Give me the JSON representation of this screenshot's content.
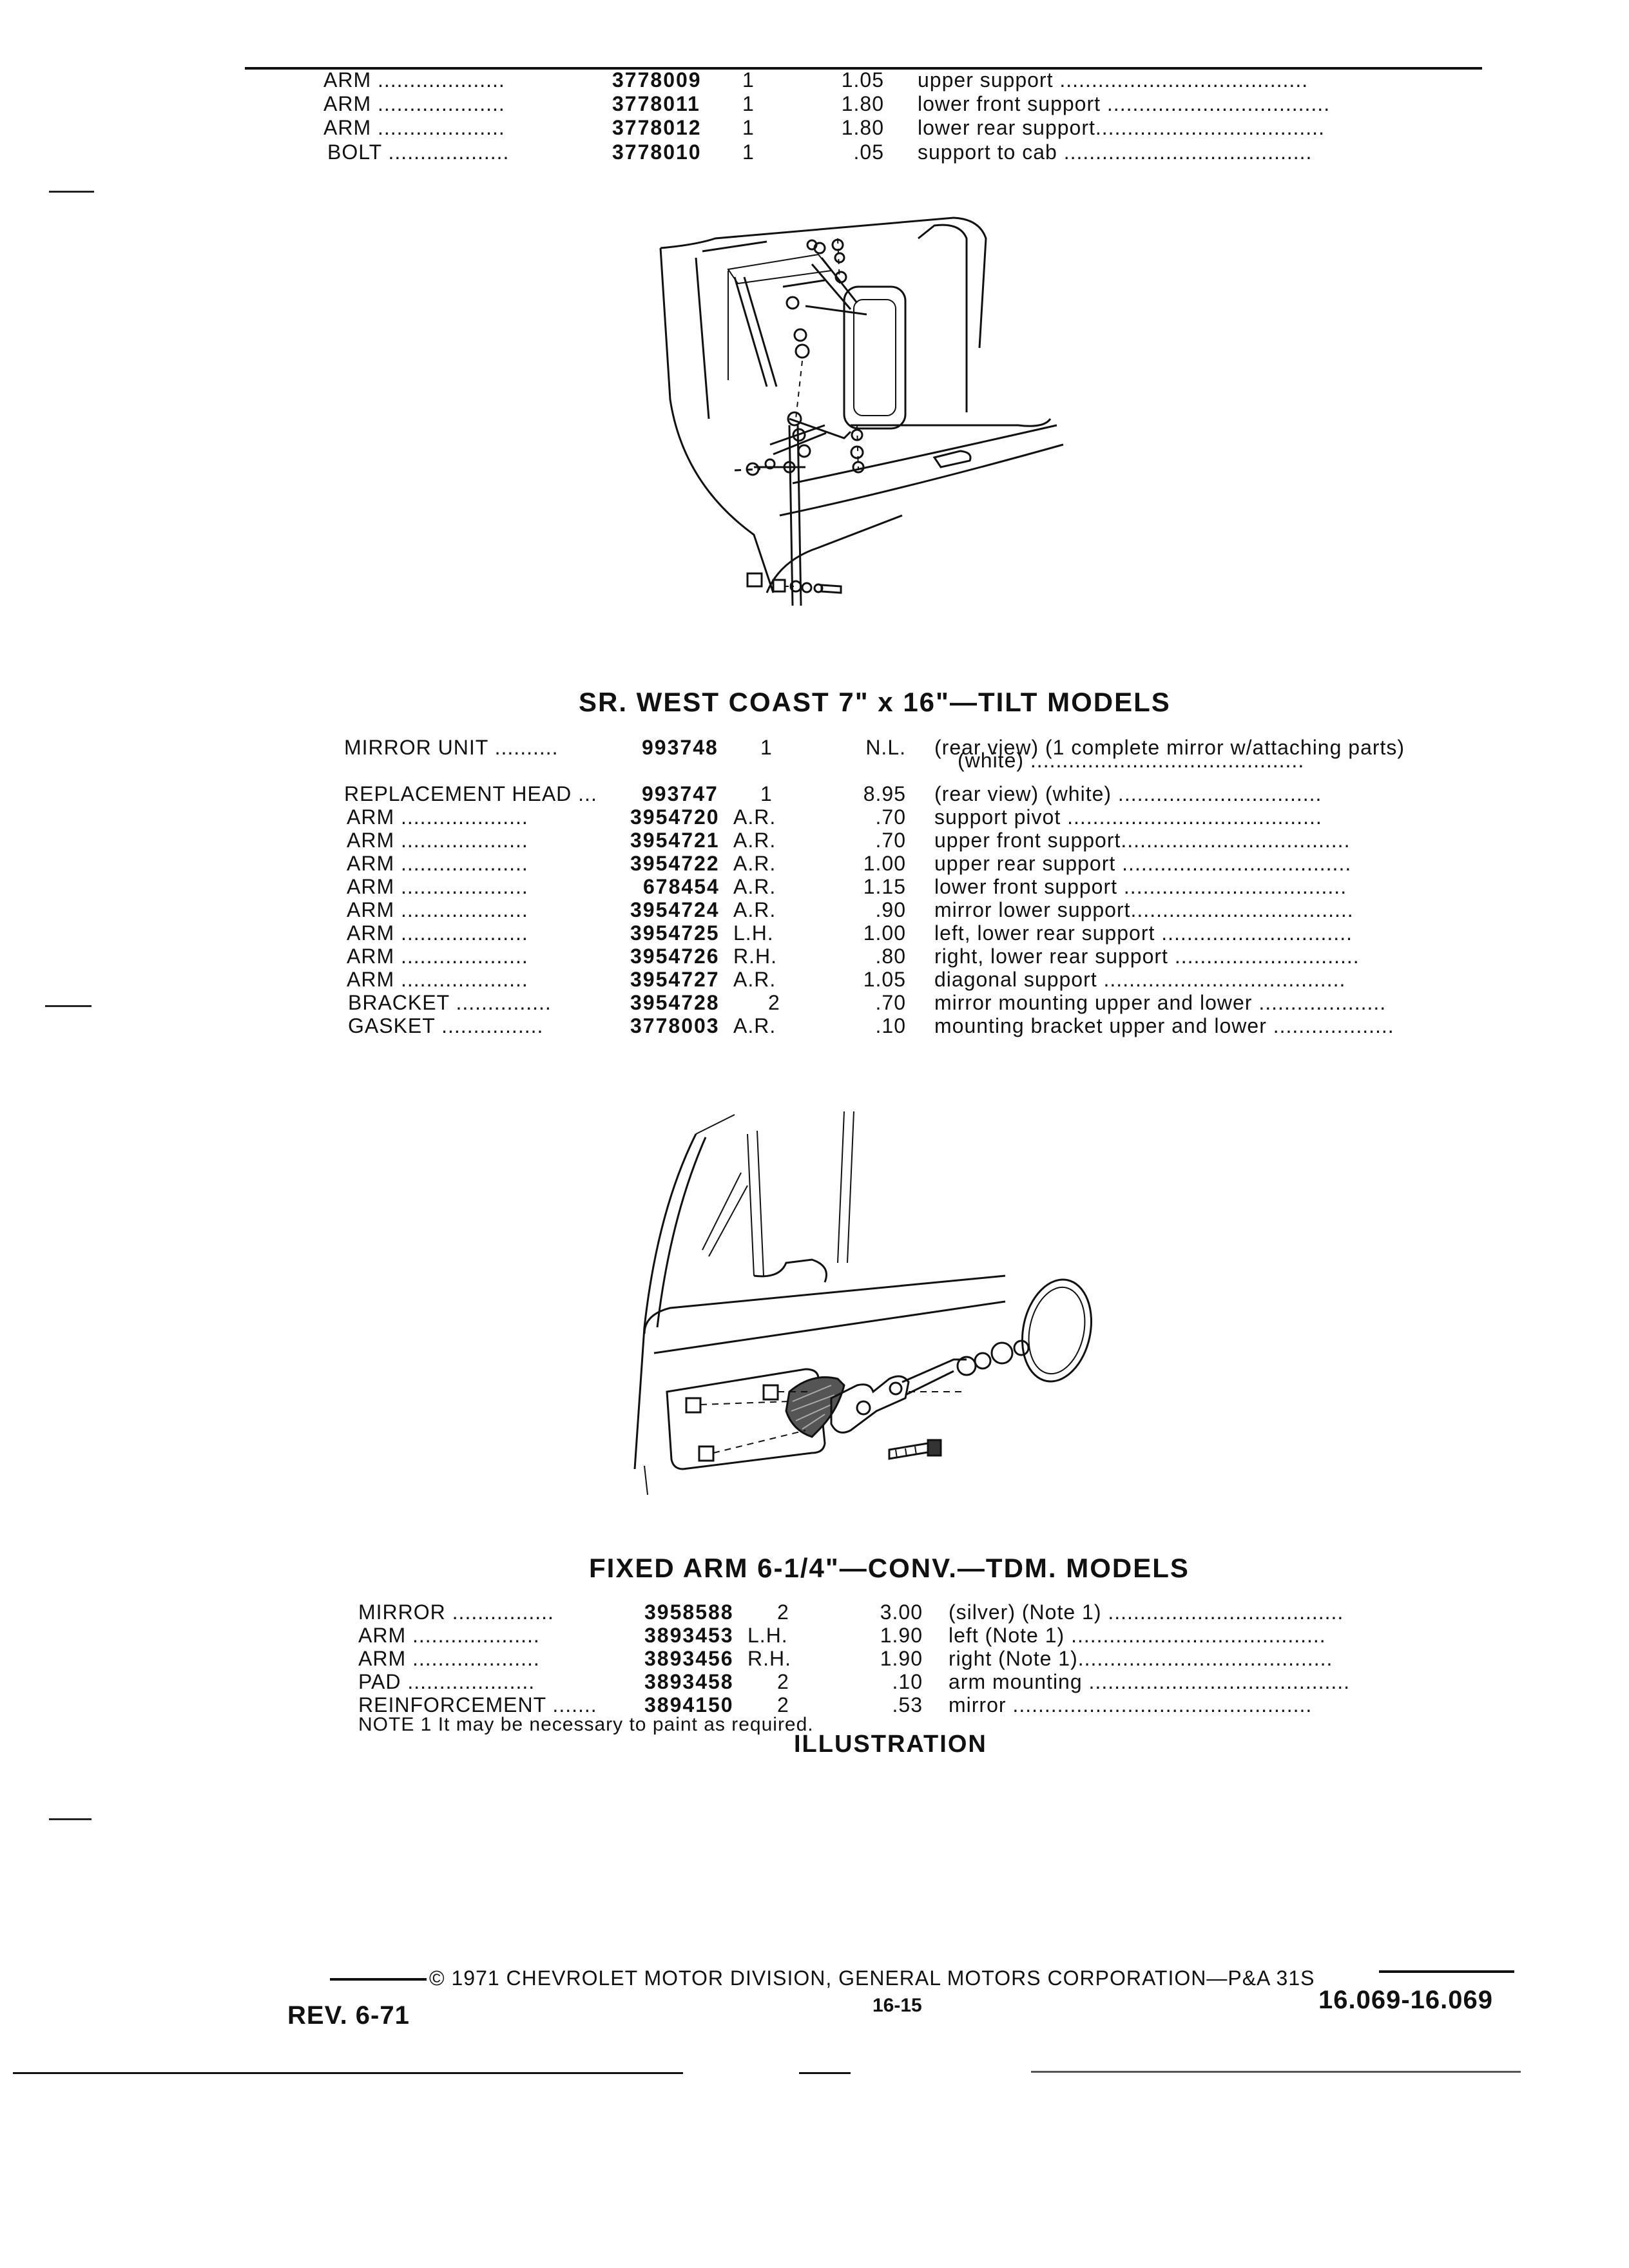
{
  "section1": {
    "rows": [
      {
        "name": "ARM ....................",
        "part": "3778009",
        "qty": "1",
        "price": "1.05",
        "desc": "upper support ......................................."
      },
      {
        "name": "ARM ....................",
        "part": "3778011",
        "qty": "1",
        "price": "1.80",
        "desc": "lower front support ..................................."
      },
      {
        "name": "ARM ....................",
        "part": "3778012",
        "qty": "1",
        "price": "1.80",
        "desc": "lower rear support...................................."
      },
      {
        "name": "BOLT ...................",
        "part": "3778010",
        "qty": "1",
        "price": ".05",
        "desc": "support to cab ......................................."
      }
    ]
  },
  "section2": {
    "title": "SR. WEST COAST 7\" x 16\"—TILT MODELS",
    "rows": [
      {
        "name": "MIRROR UNIT ..........",
        "part": "993748",
        "qty": "1",
        "price": "N.L.",
        "desc": "(rear view) (1 complete mirror w/attaching parts)"
      },
      {
        "name": "",
        "part": "",
        "qty": "",
        "price": "",
        "desc": "(white) ..........................................."
      },
      {
        "name": "REPLACEMENT HEAD ...",
        "part": "993747",
        "qty": "1",
        "price": "8.95",
        "desc": "(rear view) (white) ................................"
      },
      {
        "name": "ARM ....................",
        "part": "3954720",
        "qty": "A.R.",
        "price": ".70",
        "desc": "support pivot ........................................"
      },
      {
        "name": "ARM ....................",
        "part": "3954721",
        "qty": "A.R.",
        "price": ".70",
        "desc": "upper front support...................................."
      },
      {
        "name": "ARM ....................",
        "part": "3954722",
        "qty": "A.R.",
        "price": "1.00",
        "desc": "upper rear support ...................................."
      },
      {
        "name": "ARM ....................",
        "part": "678454",
        "qty": "A.R.",
        "price": "1.15",
        "desc": "lower front support ..................................."
      },
      {
        "name": "ARM ....................",
        "part": "3954724",
        "qty": "A.R.",
        "price": ".90",
        "desc": "mirror lower support..................................."
      },
      {
        "name": "ARM ....................",
        "part": "3954725",
        "qty": "L.H.",
        "price": "1.00",
        "desc": "left, lower rear support .............................."
      },
      {
        "name": "ARM ....................",
        "part": "3954726",
        "qty": "R.H.",
        "price": ".80",
        "desc": "right, lower rear support ............................."
      },
      {
        "name": "ARM ....................",
        "part": "3954727",
        "qty": "A.R.",
        "price": "1.05",
        "desc": "diagonal support ......................................"
      },
      {
        "name": "BRACKET ...............",
        "part": "3954728",
        "qty": "2",
        "price": ".70",
        "desc": "mirror mounting upper and lower ...................."
      },
      {
        "name": "GASKET ................",
        "part": "3778003",
        "qty": "A.R.",
        "price": ".10",
        "desc": "mounting bracket upper and lower ..................."
      }
    ]
  },
  "section3": {
    "title": "FIXED ARM 6-1/4\"—CONV.—TDM. MODELS",
    "rows": [
      {
        "name": "MIRROR ................",
        "part": "3958588",
        "qty": "2",
        "price": "3.00",
        "desc": "(silver) (Note 1) ....................................."
      },
      {
        "name": "ARM ....................",
        "part": "3893453",
        "qty": "L.H.",
        "price": "1.90",
        "desc": "left (Note 1) ........................................"
      },
      {
        "name": "ARM ....................",
        "part": "3893456",
        "qty": "R.H.",
        "price": "1.90",
        "desc": "right (Note 1)........................................"
      },
      {
        "name": "PAD ....................",
        "part": "3893458",
        "qty": "2",
        "price": ".10",
        "desc": "arm mounting ........................................."
      },
      {
        "name": "REINFORCEMENT .......",
        "part": "3894150",
        "qty": "2",
        "price": ".53",
        "desc": "mirror ..............................................."
      }
    ],
    "note": "NOTE 1 It may be necessary to paint as required.",
    "illustration_label": "ILLUSTRATION"
  },
  "footer": {
    "copyright": "© 1971 CHEVROLET MOTOR DIVISION, GENERAL MOTORS CORPORATION—P&A 31S",
    "rev": "REV. 6-71",
    "page": "16-15",
    "section_code": "16.069-16.069"
  }
}
